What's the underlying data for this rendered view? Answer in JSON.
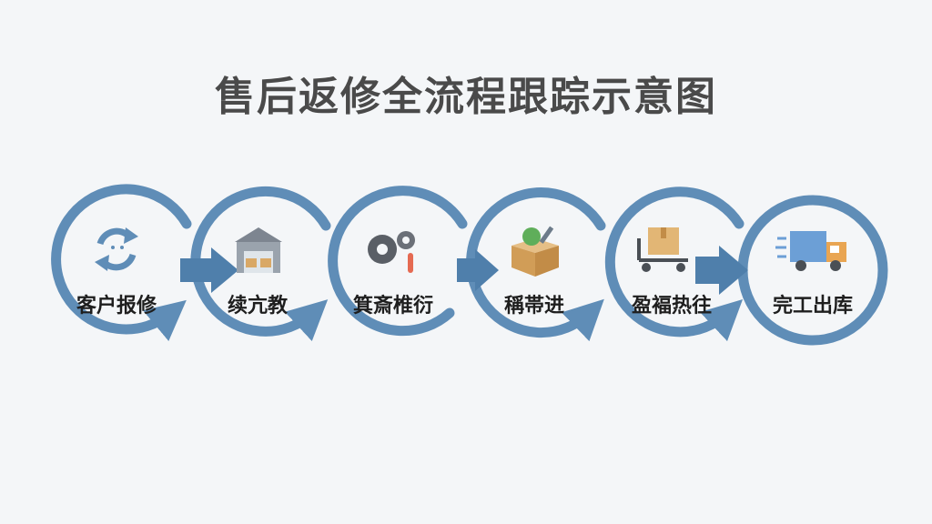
{
  "page": {
    "title": "售后返修全流程跟踪示意图"
  },
  "colors": {
    "ring": "#5f8db7",
    "ring_light": "#9bbcd8",
    "arrow": "#4f7fab",
    "gear": "#5a5f66",
    "box": "#d9a866",
    "truck_blue": "#6c9fd6",
    "truck_orange": "#e9a552"
  },
  "steps": [
    {
      "label": "客户报修",
      "icon": "refresh-icon"
    },
    {
      "label": "续亢教",
      "icon": "warehouse-icon"
    },
    {
      "label": "箕斎椎衍",
      "icon": "gear-wrench-icon"
    },
    {
      "label": "稱帯进",
      "icon": "parts-box-icon"
    },
    {
      "label": "盈褔热往",
      "icon": "cart-box-icon"
    },
    {
      "label": "完工出库",
      "icon": "delivery-truck-icon"
    }
  ]
}
